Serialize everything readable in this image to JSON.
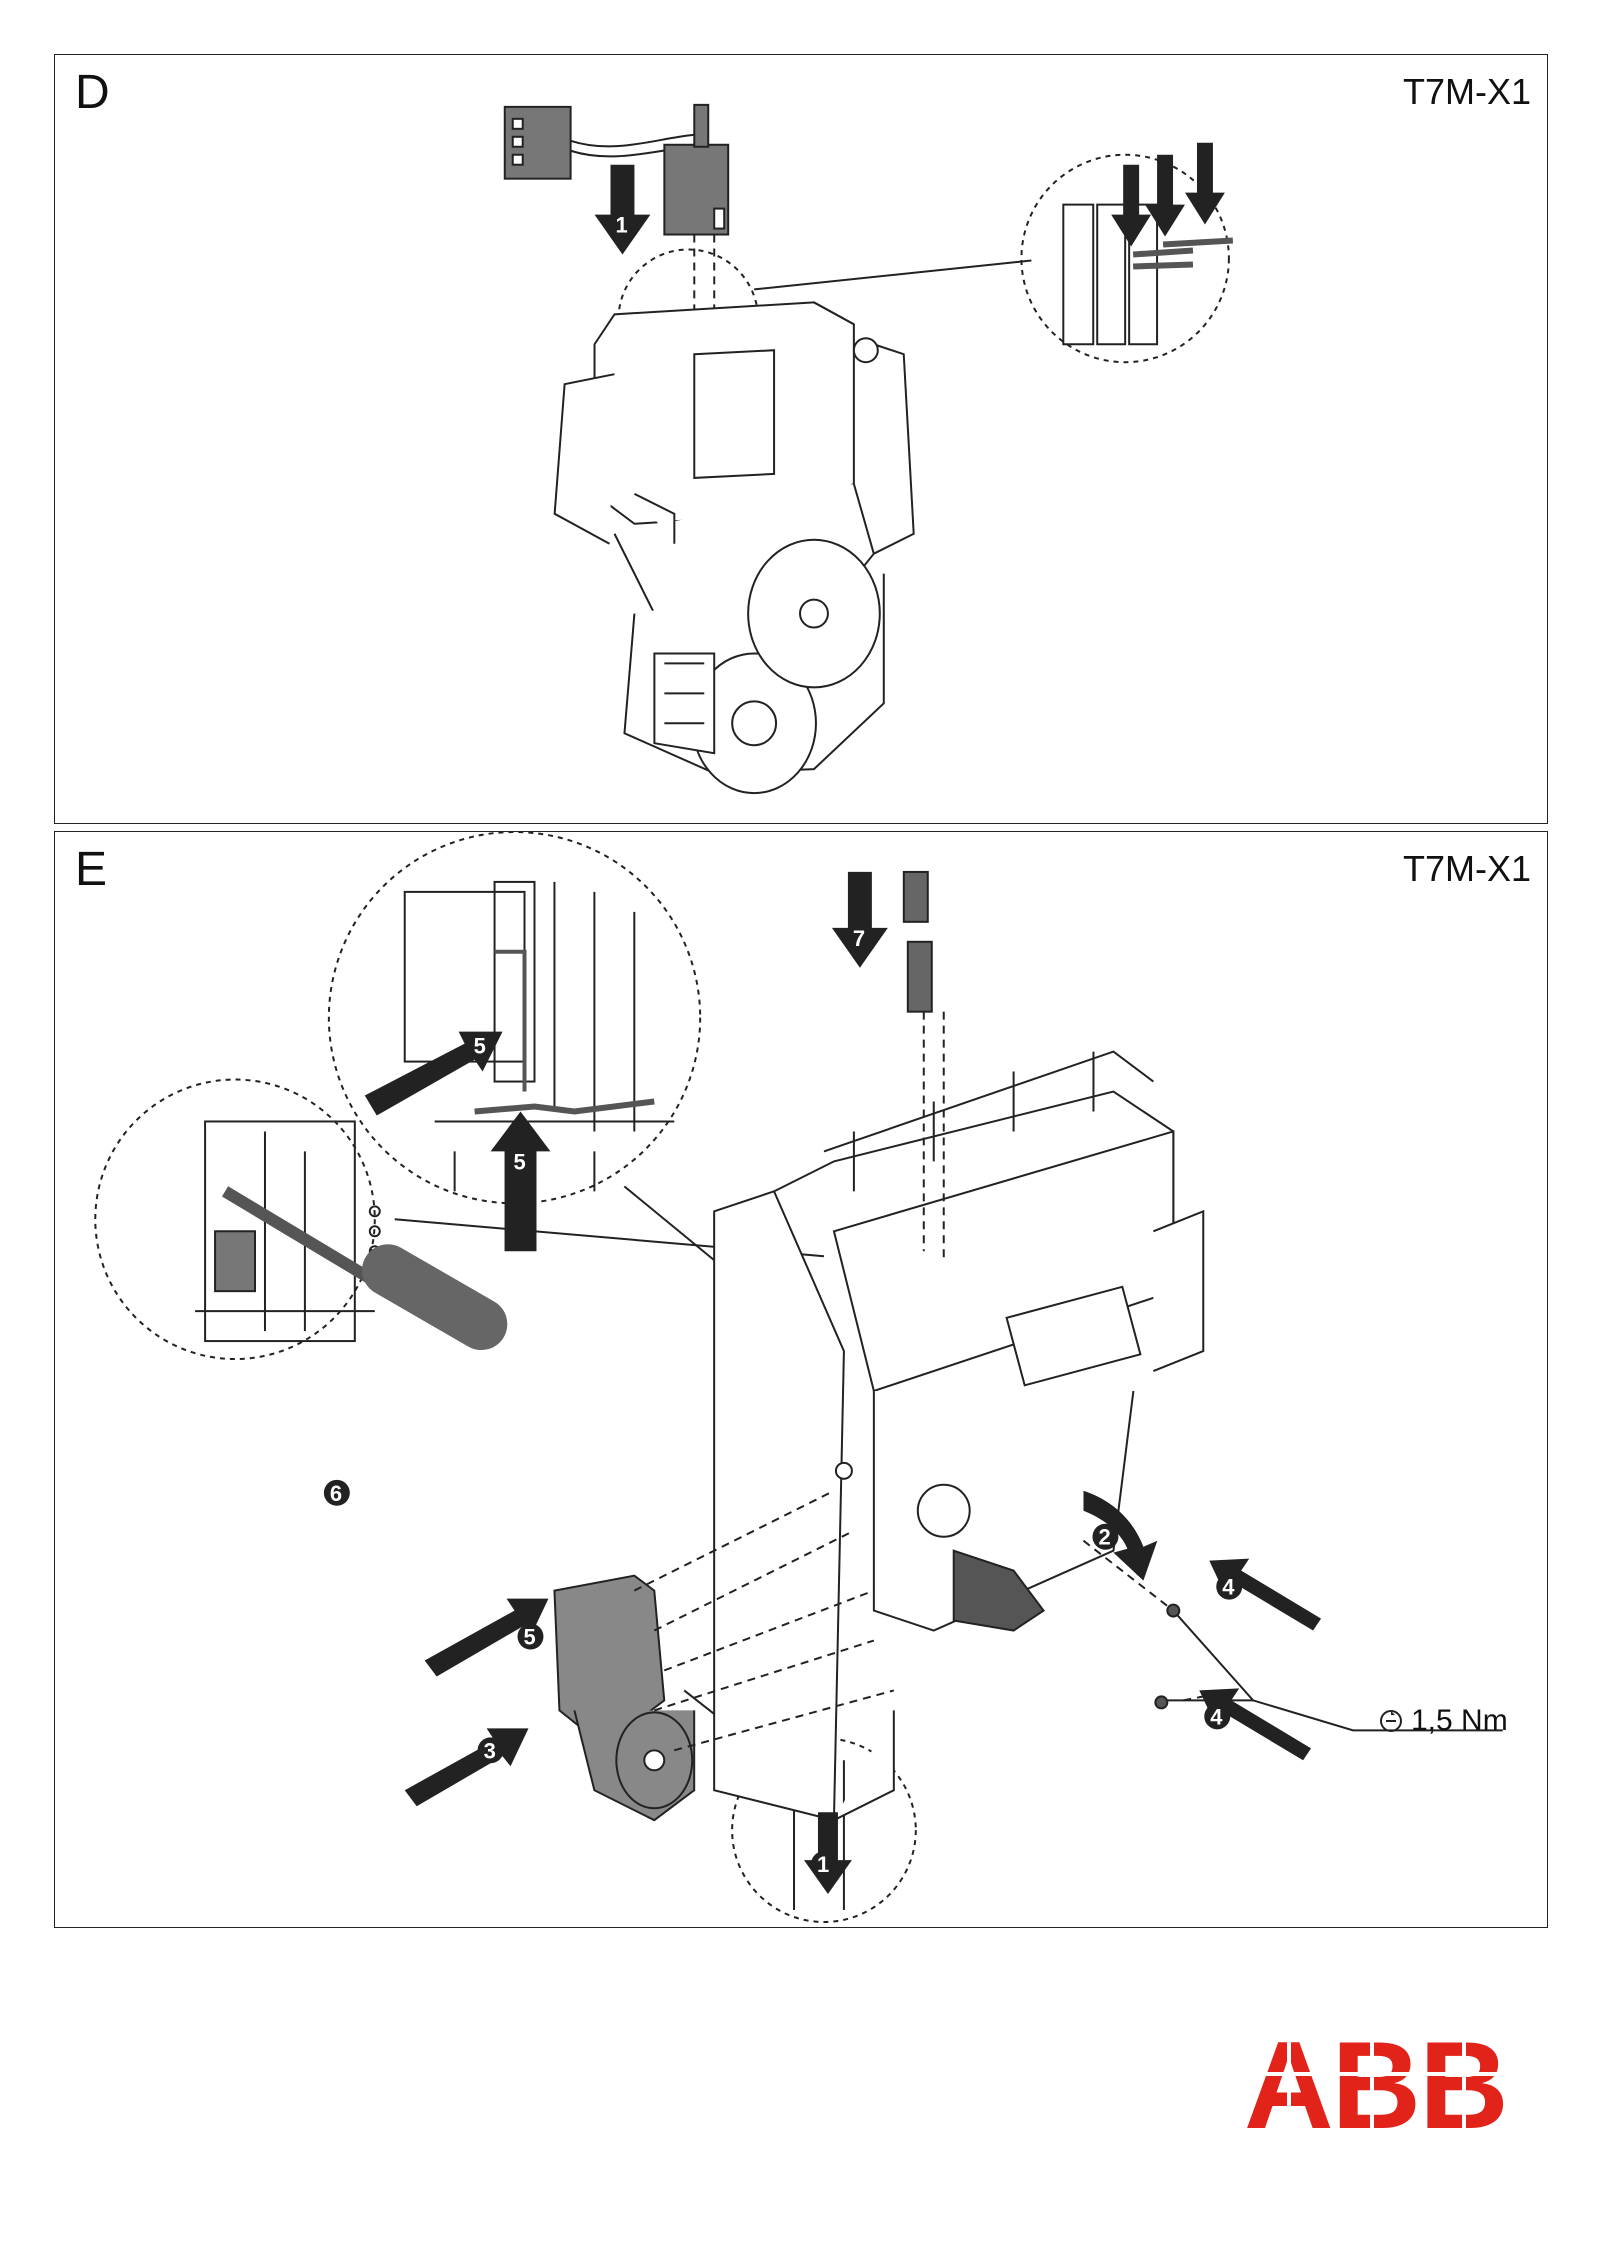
{
  "panel_d": {
    "letter": "D",
    "model": "T7M-X1",
    "steps": [
      "1"
    ]
  },
  "panel_e": {
    "letter": "E",
    "model": "T7M-X1",
    "steps": [
      "1",
      "2",
      "3",
      "4",
      "4",
      "5",
      "5",
      "5",
      "6",
      "7"
    ],
    "torque": "1,5 Nm"
  },
  "brand": {
    "logo_text": "ABB",
    "color": "#e2231a"
  },
  "icons": [
    "arrow-down-icon",
    "arrow-diagonal-icon",
    "torque-icon",
    "screwdriver-icon"
  ]
}
